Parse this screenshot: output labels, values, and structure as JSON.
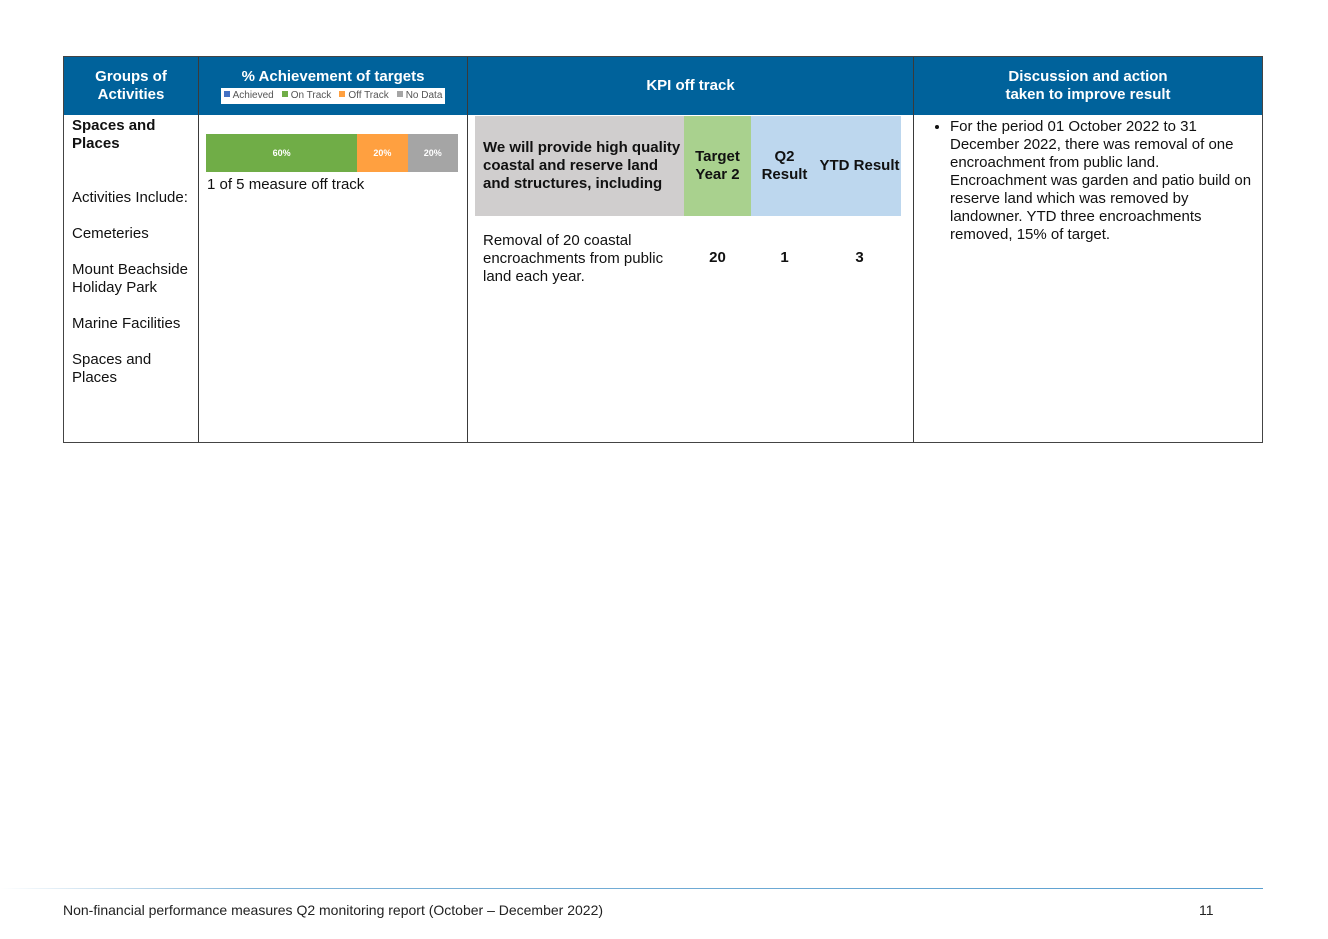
{
  "table": {
    "headers": {
      "groups": [
        "Groups of",
        "Activities"
      ],
      "achievement": "% Achievement of targets",
      "kpi": "KPI off track",
      "discussion": [
        "Discussion and action",
        "taken to improve result"
      ]
    },
    "legend": [
      {
        "label": "Achieved",
        "color": "#4472c4"
      },
      {
        "label": "On Track",
        "color": "#70ad47"
      },
      {
        "label": "Off Track",
        "color": "#ffa040"
      },
      {
        "label": "No Data",
        "color": "#a5a5a5"
      }
    ],
    "groups": {
      "title": "Spaces and Places",
      "activities_label": "Activities Include:",
      "items": [
        "Cemeteries",
        "Mount Beachside Holiday Park",
        "Marine Facilities",
        "Spaces and Places"
      ]
    },
    "achievement": {
      "segments": [
        {
          "label": "60%",
          "value": 60,
          "color": "#70ad47"
        },
        {
          "label": "20%",
          "value": 20,
          "color": "#ffa040"
        },
        {
          "label": "20%",
          "value": 20,
          "color": "#a5a5a5"
        }
      ],
      "caption": "1 of 5 measure off track"
    },
    "kpi": {
      "header_desc": "We will provide high quality coastal and reserve land and structures, including",
      "col_target": "Target Year 2",
      "col_q2": "Q2 Result",
      "col_ytd": "YTD Result",
      "row": {
        "desc": "Removal of 20 coastal encroachments from public land each year.",
        "target": "20",
        "q2": "1",
        "ytd": "3"
      }
    },
    "discussion": "For the period 01 October 2022 to 31 December 2022, there was removal of one encroachment from public land. Encroachment was garden and patio build on reserve land which was removed by landowner. YTD three encroachments removed, 15% of target."
  },
  "footer": {
    "text": "Non-financial performance measures Q2 monitoring report (October – December 2022)",
    "page": "11"
  }
}
